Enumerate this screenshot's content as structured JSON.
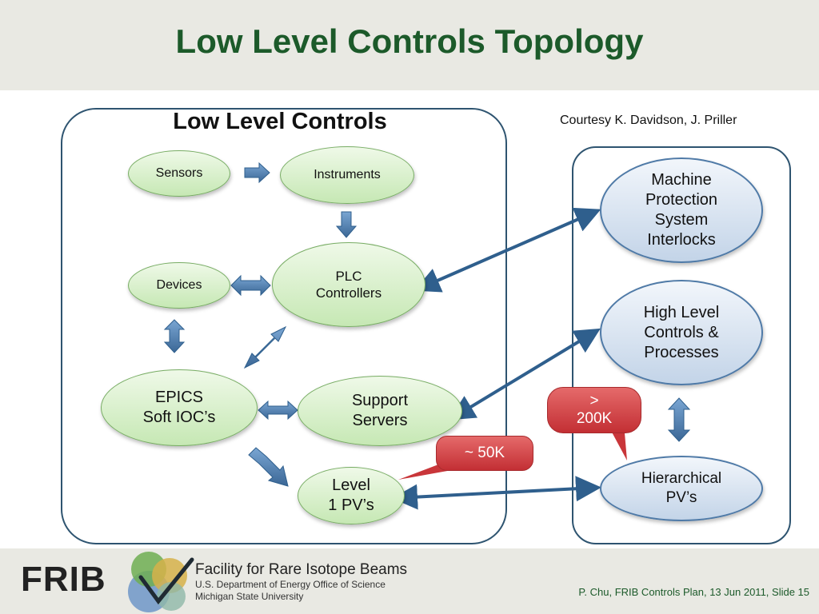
{
  "slide": {
    "title": "Low Level Controls Topology",
    "courtesy": "Courtesy K. Davidson, J. Priller"
  },
  "diagram": {
    "group_label": "Low Level Controls",
    "nodes": {
      "sensors": "Sensors",
      "instruments": "Instruments",
      "devices": "Devices",
      "plc_1": "PLC",
      "plc_2": "Controllers",
      "epics_1": "EPICS",
      "epics_2": "Soft IOC’s",
      "support_1": "Support",
      "support_2": "Servers",
      "level1_1": "Level",
      "level1_2": "1 PV’s",
      "mps_1": "Machine",
      "mps_2": "Protection",
      "mps_3": "System",
      "mps_4": "Interlocks",
      "hlc_1": "High Level",
      "hlc_2": "Controls &",
      "hlc_3": "Processes",
      "hier_1": "Hierarchical",
      "hier_2": "PV’s"
    },
    "callouts": {
      "level1_count": "~ 50K",
      "hier_count_1": ">",
      "hier_count_2": "200K"
    },
    "colors": {
      "title_green": "#1c5a2a",
      "panel_border": "#2e5470",
      "green_node": "#c6e8b4",
      "blue_node": "#c3d4e8",
      "arrow_blue": "#4a7aa8",
      "callout_red": "#d0393d"
    }
  },
  "footer": {
    "logo_text": "FRIB",
    "org_name": "Facility for Rare Isotope Beams",
    "org_line2": "U.S. Department of Energy Office of Science",
    "org_line3": "Michigan State University",
    "slide_info": "P. Chu, FRIB Controls Plan, 13 Jun 2011, Slide 15"
  }
}
